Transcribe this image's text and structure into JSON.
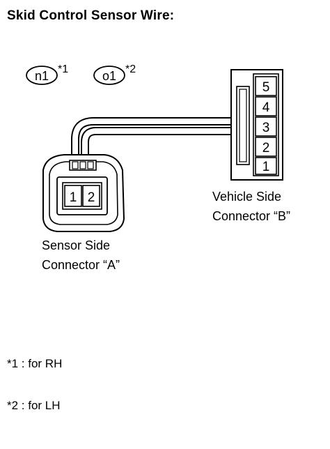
{
  "title": "Skid Control Sensor Wire:",
  "callouts": [
    {
      "code": "n1",
      "ref": "*1"
    },
    {
      "code": "o1",
      "ref": "*2"
    }
  ],
  "connector_a": {
    "pins": [
      "1",
      "2"
    ],
    "label_line1": "Sensor Side",
    "label_line2": "Connector “A”"
  },
  "connector_b": {
    "pins": [
      "5",
      "4",
      "3",
      "2",
      "1"
    ],
    "label_line1": "Vehicle Side",
    "label_line2": "Connector “B”"
  },
  "notes": [
    "*1 : for RH",
    "*2 : for LH"
  ]
}
